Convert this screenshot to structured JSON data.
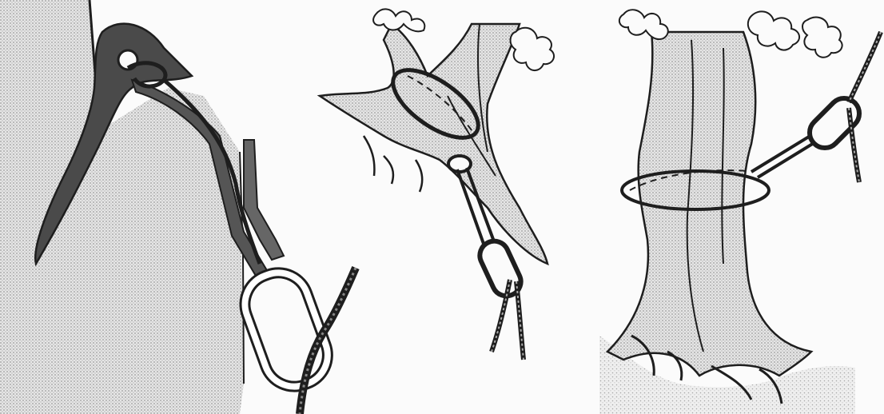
{
  "figure": {
    "panels": [
      {
        "id": "ice-axe-anchor",
        "icon": "ice-axe-sling-carabiner-illustration"
      },
      {
        "id": "branch-sling-anchor",
        "icon": "tree-branch-sling-illustration"
      },
      {
        "id": "trunk-sling-anchor",
        "icon": "tree-trunk-sling-illustration"
      }
    ],
    "colors": {
      "ink": "#1e1e1e",
      "stipple": "#cfcfcf",
      "paper": "#fbfbfb",
      "metal": "#ffffff"
    }
  }
}
